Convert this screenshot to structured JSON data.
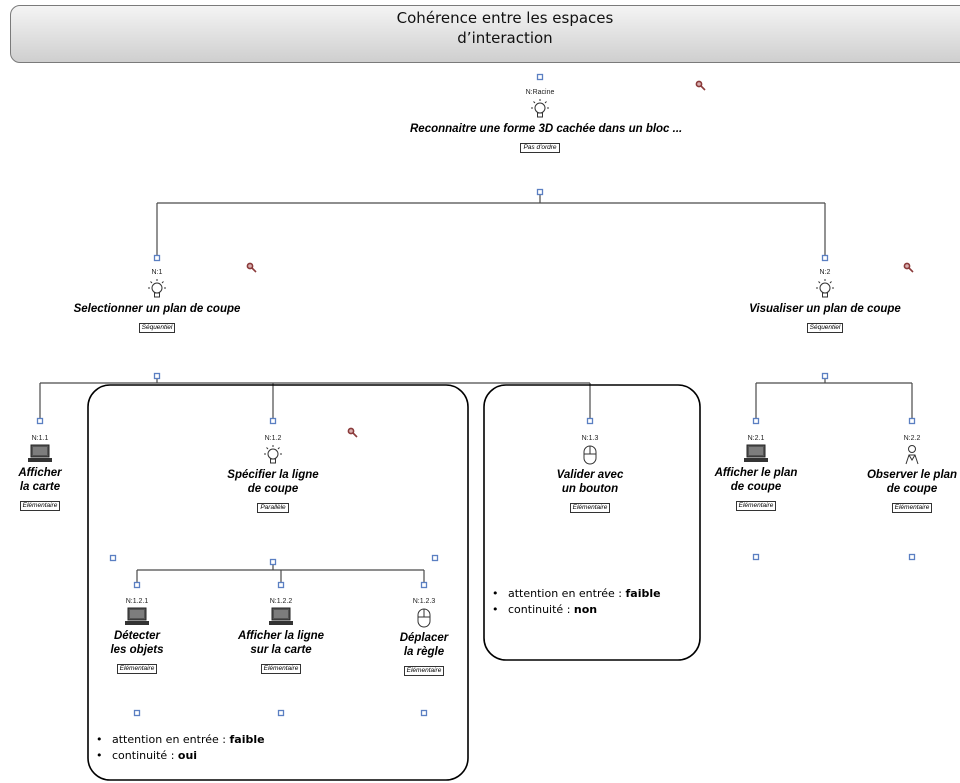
{
  "header": {
    "title_line1": "Cohérence entre les espaces",
    "title_line2": "d’interaction"
  },
  "nodes": {
    "root": {
      "id": "N:Racine",
      "title": "Reconnaitre une forme 3D cachée dans un bloc ...",
      "op": "Pas d'ordre",
      "icon": "lightbulb-icon"
    },
    "n1": {
      "id": "N:1",
      "title": "Selectionner un plan de coupe",
      "op": "Séquentiel",
      "icon": "lightbulb-icon"
    },
    "n2": {
      "id": "N:2",
      "title": "Visualiser un plan de coupe",
      "op": "Séquentiel",
      "icon": "lightbulb-icon"
    },
    "n11": {
      "id": "N:1.1",
      "title_line1": "Afficher",
      "title_line2": "la carte",
      "op": "Elémentaire",
      "icon": "laptop-icon"
    },
    "n12": {
      "id": "N:1.2",
      "title_line1": "Spécifier la ligne",
      "title_line2": "de coupe",
      "op": "Parallèle",
      "icon": "lightbulb-icon"
    },
    "n13": {
      "id": "N:1.3",
      "title_line1": "Valider avec",
      "title_line2": "un bouton",
      "op": "Elémentaire",
      "icon": "mouse-icon"
    },
    "n21": {
      "id": "N:2.1",
      "title_line1": "Afficher le plan",
      "title_line2": "de coupe",
      "op": "Elémentaire",
      "icon": "laptop-icon"
    },
    "n22": {
      "id": "N:2.2",
      "title_line1": "Observer le plan",
      "title_line2": "de coupe",
      "op": "Elémentaire",
      "icon": "user-icon"
    },
    "n121": {
      "id": "N:1.2.1",
      "title_line1": "Détecter",
      "title_line2": "les objets",
      "op": "Elémentaire",
      "icon": "laptop-icon"
    },
    "n122": {
      "id": "N:1.2.2",
      "title_line1": "Afficher la ligne",
      "title_line2": "sur la carte",
      "op": "Elémentaire",
      "icon": "laptop-icon"
    },
    "n123": {
      "id": "N:1.2.3",
      "title_line1": "Déplacer",
      "title_line2": "la règle",
      "op": "Elémentaire",
      "icon": "mouse-icon"
    }
  },
  "notes_left": {
    "attention_label": "attention en entrée : ",
    "attention_value": "faible",
    "continuity_label": "continuité : ",
    "continuity_value": "oui"
  },
  "notes_right": {
    "attention_label": "attention en entrée : ",
    "attention_value": "faible",
    "continuity_label": "continuité : ",
    "continuity_value": "non"
  },
  "colors": {
    "connector_square": "#5b7fc2",
    "line": "#4a4a4a",
    "magnifier": "#8a3a3a"
  }
}
